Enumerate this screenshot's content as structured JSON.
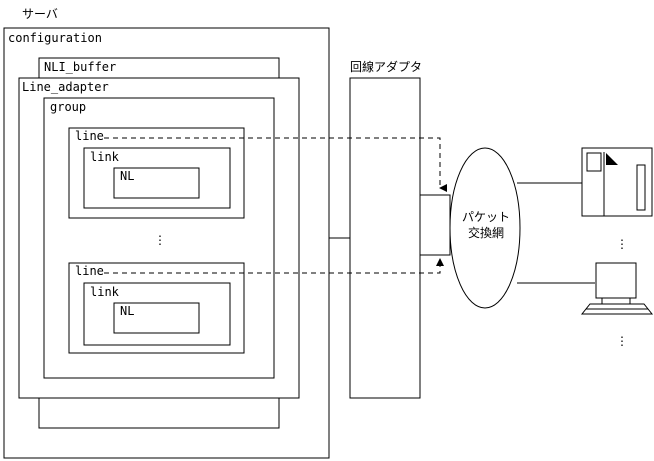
{
  "server": {
    "title": "サーバ",
    "configuration_label": "configuration",
    "nli_buffer_label": "NLI_buffer",
    "line_adapter_label": "Line_adapter",
    "group_label": "group",
    "line_blocks": [
      {
        "line_label": "line",
        "link_label": "link",
        "nl_label": "NL"
      },
      {
        "line_label": "line",
        "link_label": "link",
        "nl_label": "NL"
      }
    ],
    "ellipsis": "⋮"
  },
  "adapter": {
    "label": "回線アダプタ"
  },
  "network": {
    "label_line1": "パケット",
    "label_line2": "交換網"
  },
  "terminals": {
    "ellipsis": "⋮"
  }
}
